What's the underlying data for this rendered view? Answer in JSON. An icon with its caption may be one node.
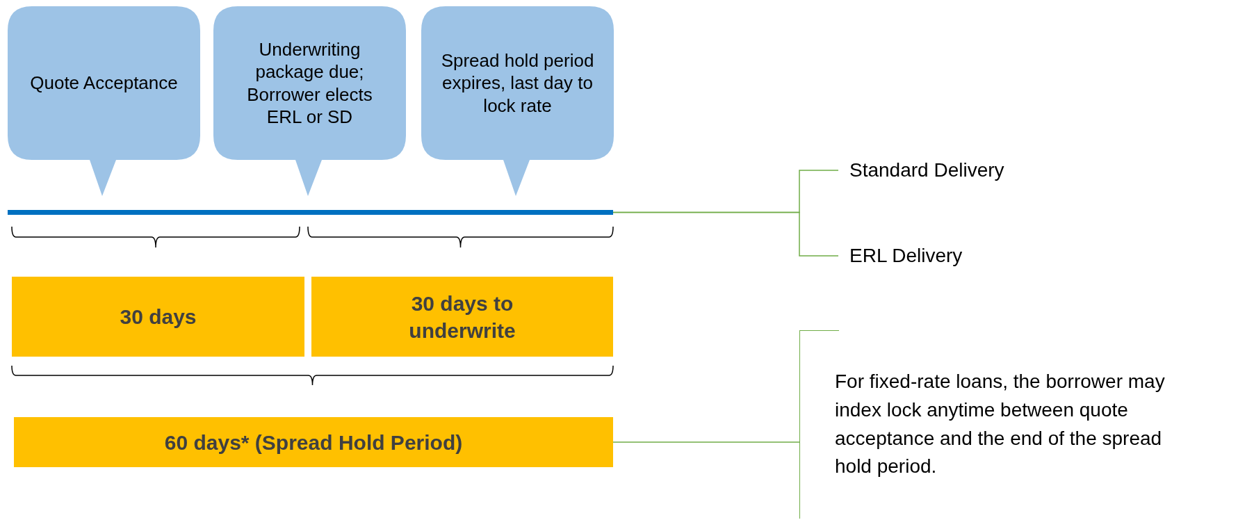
{
  "diagram": {
    "nodes": [
      {
        "text": [
          "Quote Acceptance"
        ]
      },
      {
        "text": [
          "Underwriting package due; Borrower elects ERL or SD"
        ]
      },
      {
        "text": [
          "Spread hold period expires, last day to lock rate"
        ]
      },
      {
        "text": [],
        "shape": "bar"
      },
      {
        "text": [
          "30 days"
        ]
      },
      {
        "text": [
          "30 days to underwrite"
        ]
      },
      {
        "text": [
          "60 days* (Spread Hold Period)"
        ]
      },
      {
        "text": [
          "Standard Delivery"
        ]
      },
      {
        "text": [
          "ERL Delivery"
        ]
      },
      {
        "text": [
          "For fixed-rate loans, the borrower may index lock anytime between quote acceptance and the end of the spread hold period."
        ]
      }
    ],
    "edges": [
      {
        "from": 3,
        "to": 7,
        "arrow": "none"
      },
      {
        "from": 3,
        "to": 8,
        "arrow": "none"
      },
      {
        "from": 6,
        "to": 9,
        "arrow": "none"
      }
    ]
  }
}
